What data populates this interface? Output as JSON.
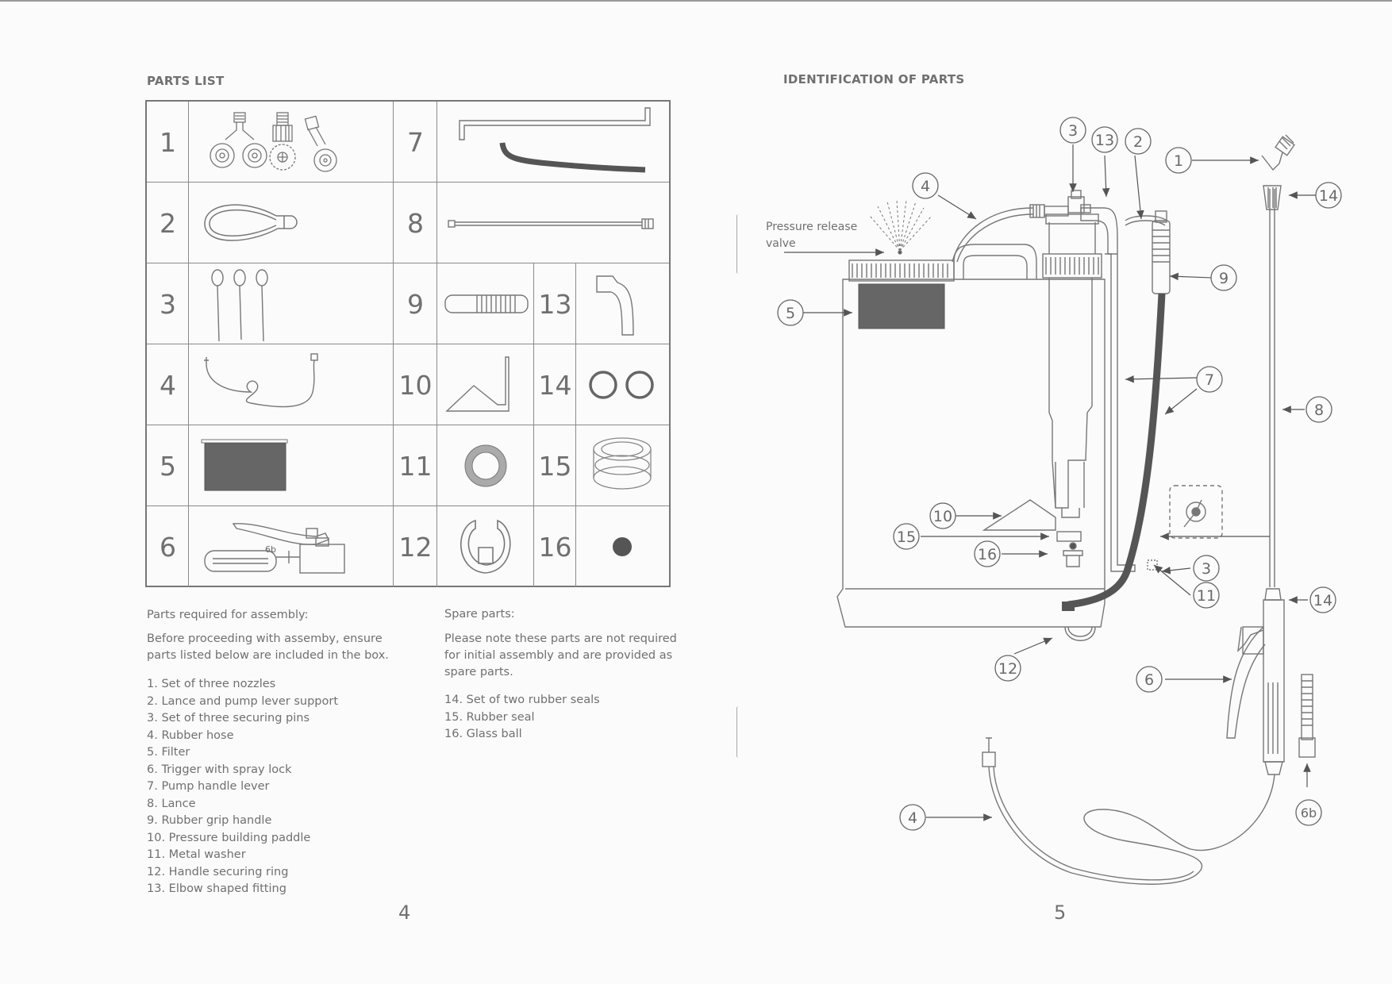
{
  "left_page": {
    "title": "PARTS LIST",
    "page_number": "4",
    "grid": [
      {
        "num": "1",
        "icon": "nozzles-icon"
      },
      {
        "num": "2",
        "icon": "pump-lever-support-icon"
      },
      {
        "num": "3",
        "icon": "securing-pins-icon"
      },
      {
        "num": "4",
        "icon": "rubber-hose-icon"
      },
      {
        "num": "5",
        "icon": "filter-icon"
      },
      {
        "num": "6",
        "icon": "trigger-icon",
        "sublabel": "6b"
      },
      {
        "num": "7",
        "icon": "pump-handle-lever-icon"
      },
      {
        "num": "8",
        "icon": "lance-icon"
      },
      {
        "num": "9",
        "icon": "rubber-grip-icon"
      },
      {
        "num": "10",
        "icon": "paddle-icon"
      },
      {
        "num": "11",
        "icon": "metal-washer-icon"
      },
      {
        "num": "12",
        "icon": "securing-ring-icon"
      },
      {
        "num": "13",
        "icon": "elbow-fitting-icon"
      },
      {
        "num": "14",
        "icon": "rubber-seals-icon"
      },
      {
        "num": "15",
        "icon": "rubber-seal-icon"
      },
      {
        "num": "16",
        "icon": "glass-ball-icon"
      }
    ],
    "assembly": {
      "heading": "Parts required for assembly:",
      "intro_line1": "Before proceeding with assemby, ensure",
      "intro_line2": "parts listed below are included in the box.",
      "items": [
        "1. Set of three nozzles",
        "2. Lance and pump lever support",
        "3. Set of three securing pins",
        "4. Rubber hose",
        "5. Filter",
        "6. Trigger with spray lock",
        "7. Pump handle lever",
        "8. Lance",
        "9. Rubber grip handle",
        "10. Pressure building paddle",
        "11. Metal washer",
        "12. Handle securing ring",
        "13. Elbow shaped fitting"
      ]
    },
    "spare": {
      "heading": "Spare parts:",
      "intro_line1": "Please note these parts are not required",
      "intro_line2": "for initial assembly and are provided as",
      "intro_line3": "spare parts.",
      "items": [
        "14. Set of two rubber seals",
        "15. Rubber seal",
        "16. Glass ball"
      ]
    }
  },
  "right_page": {
    "title": "IDENTIFICATION OF PARTS",
    "page_number": "5",
    "pressure_label_line1": "Pressure release",
    "pressure_label_line2": "valve",
    "callouts": {
      "c1": "1",
      "c2": "2",
      "c3a": "3",
      "c3b": "3",
      "c4a": "4",
      "c4b": "4",
      "c5": "5",
      "c6": "6",
      "c6b": "6b",
      "c7": "7",
      "c8": "8",
      "c9": "9",
      "c10": "10",
      "c11": "11",
      "c12": "12",
      "c13": "13",
      "c14a": "14",
      "c14b": "14",
      "c15": "15",
      "c16": "16"
    }
  },
  "colors": {
    "line": "#777777",
    "dark_fill": "#5a5a5a",
    "text": "#707070"
  }
}
